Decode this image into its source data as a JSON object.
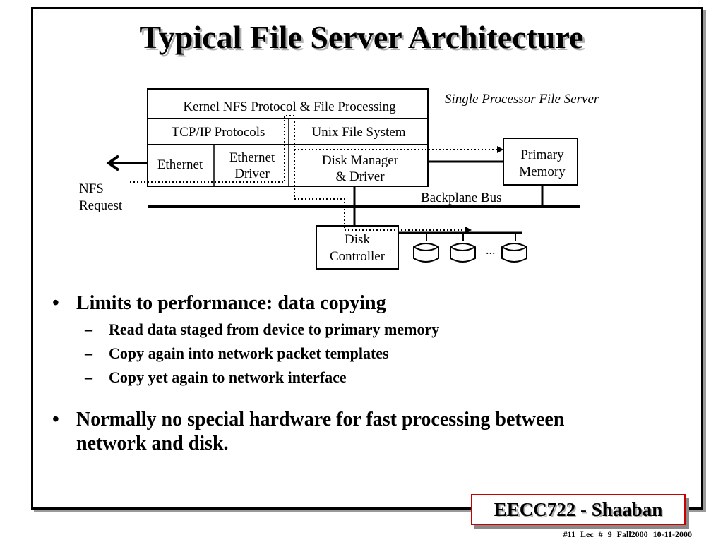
{
  "slide": {
    "title": "Typical File Server Architecture"
  },
  "diagram": {
    "caption": "Single Processor File Server",
    "stack": {
      "kernel_nfs": "Kernel NFS Protocol & File Processing",
      "tcpip": "TCP/IP Protocols",
      "unix_fs": "Unix File System",
      "ethernet": "Ethernet",
      "ethernet_driver_line1": "Ethernet",
      "ethernet_driver_line2": "Driver",
      "disk_manager_line1": "Disk Manager",
      "disk_manager_line2": "& Driver"
    },
    "primary_memory_line1": "Primary",
    "primary_memory_line2": "Memory",
    "nfs_request_line1": "NFS",
    "nfs_request_line2": "Request",
    "backplane_bus": "Backplane Bus",
    "disk_controller_line1": "Disk",
    "disk_controller_line2": "Controller",
    "ellipsis": "..."
  },
  "bullets": [
    {
      "text": "Limits to performance: data copying",
      "subitems": [
        "Read data staged from device to primary memory",
        "Copy again into network packet templates",
        "Copy yet again to network interface"
      ]
    },
    {
      "text_line1": "Normally no special hardware  for fast processing between",
      "text_line2": "network  and disk."
    }
  ],
  "markers": {
    "bullet": "•",
    "dash": "–"
  },
  "footer": {
    "badge": "EECC722 - Shaaban",
    "info": "#11   Lec # 9   Fall2000  10-11-2000"
  }
}
